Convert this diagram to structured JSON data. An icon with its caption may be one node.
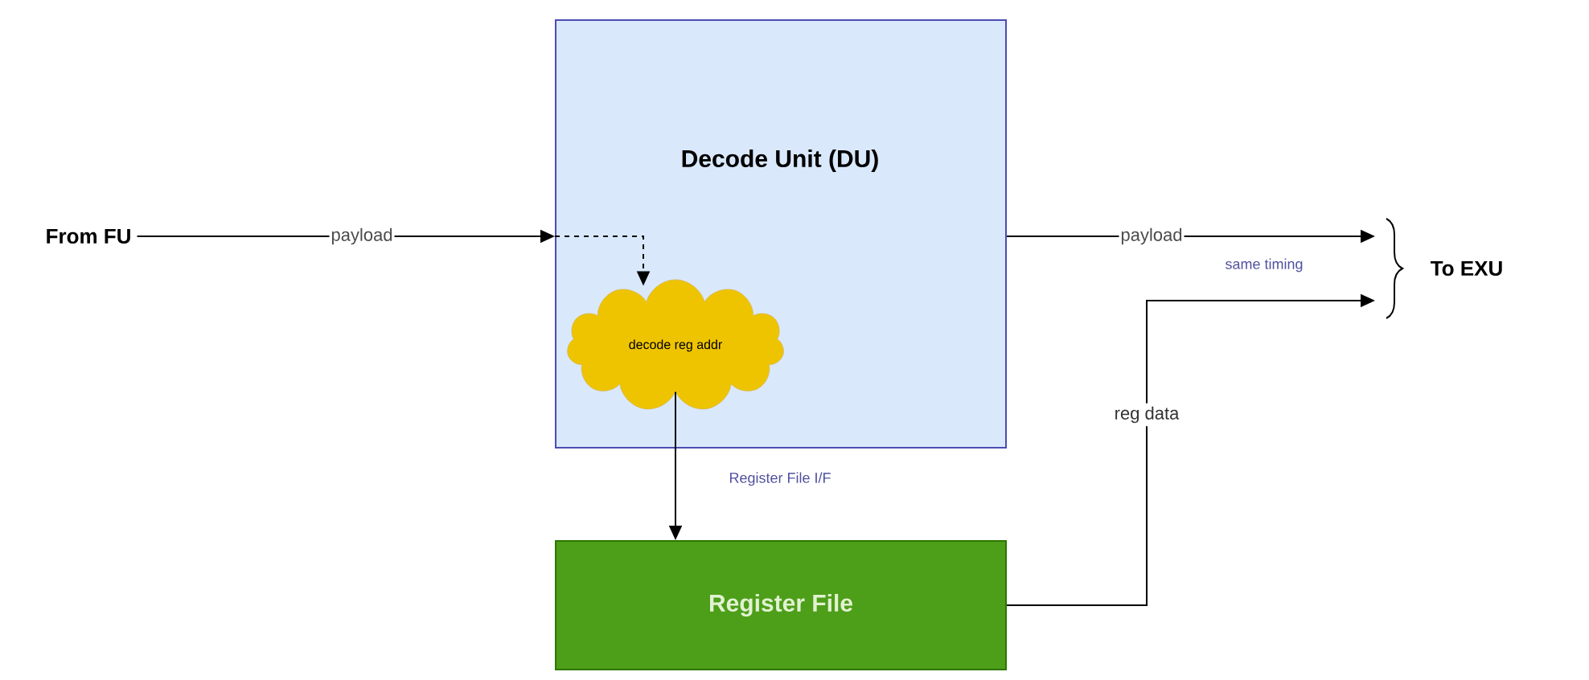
{
  "diagram": {
    "nodes": [
      {
        "text": [
          "From FU"
        ]
      },
      {
        "text": [
          "Decode Unit (DU)"
        ]
      },
      {
        "text": [
          "decode reg addr"
        ],
        "in": 1
      },
      {
        "text": [
          "Register File"
        ]
      },
      {
        "text": [
          "To EXU"
        ]
      }
    ],
    "edges": [
      {
        "from": 0,
        "to": 1,
        "arrow": "to",
        "label": "payload"
      },
      {
        "from": 1,
        "to": 2,
        "arrow": "to",
        "style": "dashed"
      },
      {
        "from": 2,
        "to": 3,
        "arrow": "to",
        "label": "Register File I/F"
      },
      {
        "from": 1,
        "to": null,
        "arrow": "to",
        "label": "payload"
      },
      {
        "from": 3,
        "to": null,
        "arrow": "to",
        "label": "reg data"
      }
    ],
    "labels": [
      "same timing"
    ]
  }
}
